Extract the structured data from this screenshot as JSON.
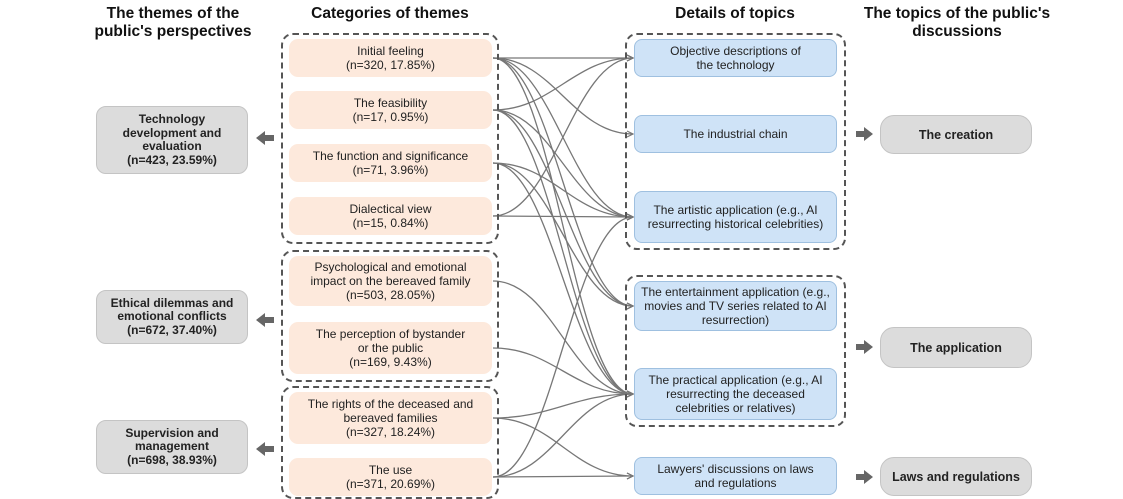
{
  "headers": {
    "themes": "The themes of the public's perspectives",
    "categories": "Categories of themes",
    "details": "Details of topics",
    "topics": "The topics of the public's discussions"
  },
  "themes": [
    {
      "label": "Technology development and evaluation",
      "stat": "(n=423, 23.59%)"
    },
    {
      "label": "Ethical dilemmas and emotional conflicts",
      "stat": "(n=672, 37.40%)"
    },
    {
      "label": "Supervision and management",
      "stat": "(n=698, 38.93%)"
    }
  ],
  "categories": [
    {
      "label": "Initial feeling",
      "stat": "(n=320, 17.85%)"
    },
    {
      "label": "The feasibility",
      "stat": "(n=17, 0.95%)"
    },
    {
      "label": "The function and significance",
      "stat": "(n=71, 3.96%)"
    },
    {
      "label": "Dialectical view",
      "stat": "(n=15, 0.84%)"
    },
    {
      "label": "Psychological and emotional impact on the bereaved family",
      "stat": "(n=503, 28.05%)"
    },
    {
      "label": "The perception of bystander or the public",
      "stat": "(n=169, 9.43%)"
    },
    {
      "label": "The rights of the deceased and bereaved families",
      "stat": "(n=327, 18.24%)"
    },
    {
      "label": "The use",
      "stat": "(n=371, 20.69%)"
    }
  ],
  "details": [
    {
      "label": "Objective descriptions of the technology"
    },
    {
      "label": "The industrial chain"
    },
    {
      "label": "The artistic application (e.g., AI resurrecting historical celebrities)"
    },
    {
      "label": "The entertainment application (e.g., movies and TV series related to AI resurrection)"
    },
    {
      "label": "The practical application (e.g., AI resurrecting the deceased celebrities or relatives)"
    },
    {
      "label": "Lawyers' discussions on laws and regulations"
    }
  ],
  "public_topics": [
    {
      "label": "The creation"
    },
    {
      "label": "The application"
    },
    {
      "label": "Laws and regulations"
    }
  ],
  "links": [
    [
      0,
      0
    ],
    [
      0,
      1
    ],
    [
      0,
      2
    ],
    [
      0,
      3
    ],
    [
      0,
      4
    ],
    [
      1,
      0
    ],
    [
      1,
      2
    ],
    [
      1,
      3
    ],
    [
      1,
      4
    ],
    [
      2,
      2
    ],
    [
      2,
      3
    ],
    [
      2,
      4
    ],
    [
      3,
      0
    ],
    [
      3,
      2
    ],
    [
      4,
      4
    ],
    [
      5,
      4
    ],
    [
      6,
      4
    ],
    [
      6,
      5
    ],
    [
      7,
      2
    ],
    [
      7,
      4
    ],
    [
      7,
      5
    ]
  ],
  "colors": {
    "category_fill": "#fde9dc",
    "topic_fill": "#cfe3f7",
    "theme_fill": "#dcdcdc",
    "link_stroke": "#777777"
  }
}
